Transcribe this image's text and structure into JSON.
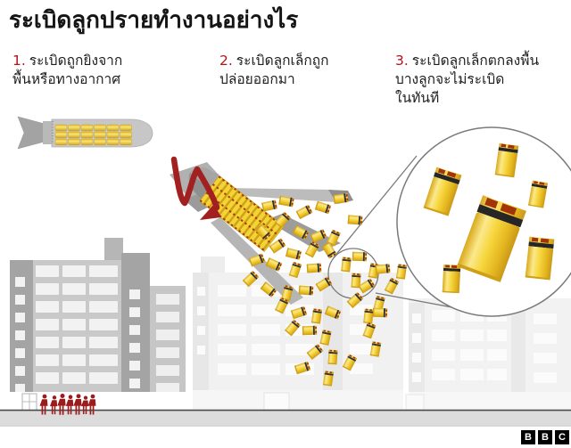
{
  "title": "ระเบิดลูกปรายทำงานอย่างไร",
  "steps": [
    {
      "number": "1.",
      "lines": [
        "ระเบิดถูกยิงจาก",
        "พื้นหรือทางอากาศ"
      ]
    },
    {
      "number": "2.",
      "lines": [
        "ระเบิดลูกเล็กถูก",
        "ปล่อยออกมา"
      ]
    },
    {
      "number": "3.",
      "lines": [
        "ระเบิดลูกเล็กตกลงพื้น",
        "บางลูกจะไม่ระเบิด",
        "ในทันที"
      ]
    }
  ],
  "branding": {
    "letters": [
      "B",
      "B",
      "C"
    ]
  },
  "icons": [
    "cluster-bomb-icon",
    "bomblet-icon",
    "magnifier-circle-icon",
    "red-streamer-icon",
    "people-silhouette-icon",
    "building-icon"
  ],
  "colors": {
    "step_number_red": "#b5121b",
    "bomblet_yellow": "#f6d63d",
    "bomblet_band_dark": "#2e2e2e",
    "bomblet_cap_red": "#a33b10",
    "casing_grey": "#b5b5b5",
    "building_dark_grey": "#a4a4a4",
    "building_mid_grey": "#c9c9c9",
    "faded_building_grey": "#f0f0f0",
    "ground_grey": "#dcdcdc",
    "people_red": "#9c1c1c",
    "title_black": "#151515"
  }
}
